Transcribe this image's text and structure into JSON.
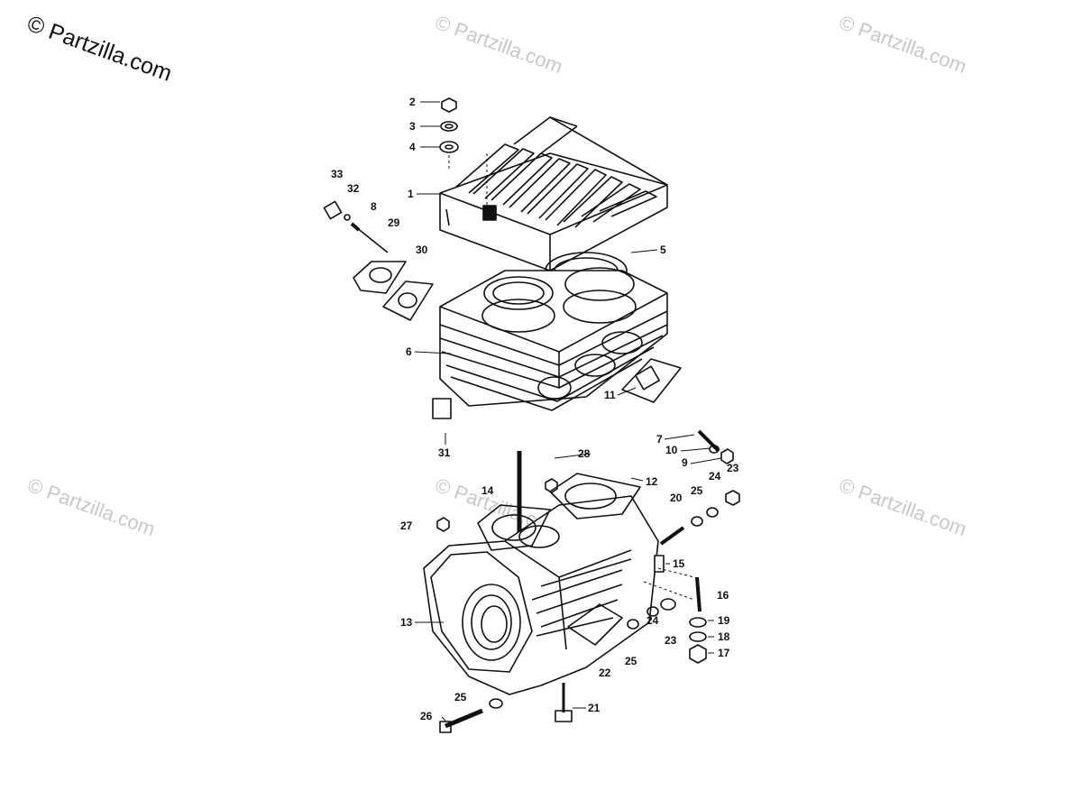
{
  "watermarks": [
    "© Partzilla.com",
    "© Partzilla.com",
    "© Partzilla.com",
    "© Partzilla.com",
    "© Partzilla.com",
    "© Partzilla.com"
  ],
  "callouts": [
    "1",
    "2",
    "3",
    "4",
    "5",
    "6",
    "7",
    "8",
    "9",
    "10",
    "11",
    "12",
    "13",
    "14",
    "15",
    "16",
    "17",
    "18",
    "19",
    "20",
    "21",
    "22",
    "23",
    "23",
    "24",
    "24",
    "25",
    "25",
    "25",
    "26",
    "27",
    "28",
    "29",
    "30",
    "31",
    "32",
    "33"
  ],
  "colors": {
    "ink": "#111111",
    "watermark": "#c8c8c8",
    "background": "#ffffff"
  }
}
